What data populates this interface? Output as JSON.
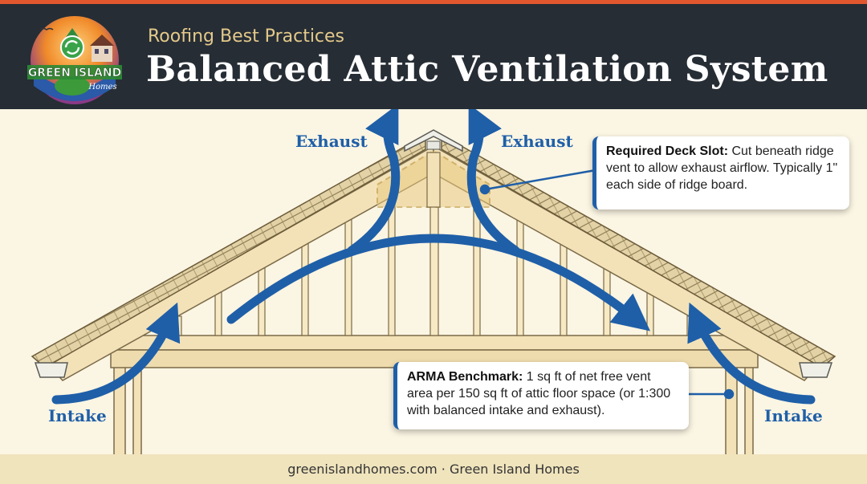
{
  "header": {
    "subtitle": "Roofing Best Practices",
    "title": "Balanced Attic Ventilation System",
    "logo_text": "GREEN ISLAND",
    "logo_subtext": "Homes"
  },
  "diagram": {
    "labels": {
      "exhaust_left": "Exhaust",
      "exhaust_right": "Exhaust",
      "intake_left": "Intake",
      "intake_right": "Intake"
    },
    "callouts": {
      "deck_slot": {
        "heading": "Required Deck Slot:",
        "text": " Cut beneath ridge vent to allow exhaust airflow. Typically 1\" each side of ridge board."
      },
      "arma": {
        "heading": "ARMA Benchmark:",
        "text": " 1 sq ft of net free vent area per 150 sq ft of attic floor space (or 1:300 with balanced intake and exhaust)."
      }
    }
  },
  "footer": {
    "text": "greenislandhomes.com · Green Island Homes"
  },
  "colors": {
    "arrow_blue": "#1f5fa8",
    "header_bg": "#262d35",
    "accent_orange": "#e2572d",
    "wood": "#f3e2b8"
  }
}
